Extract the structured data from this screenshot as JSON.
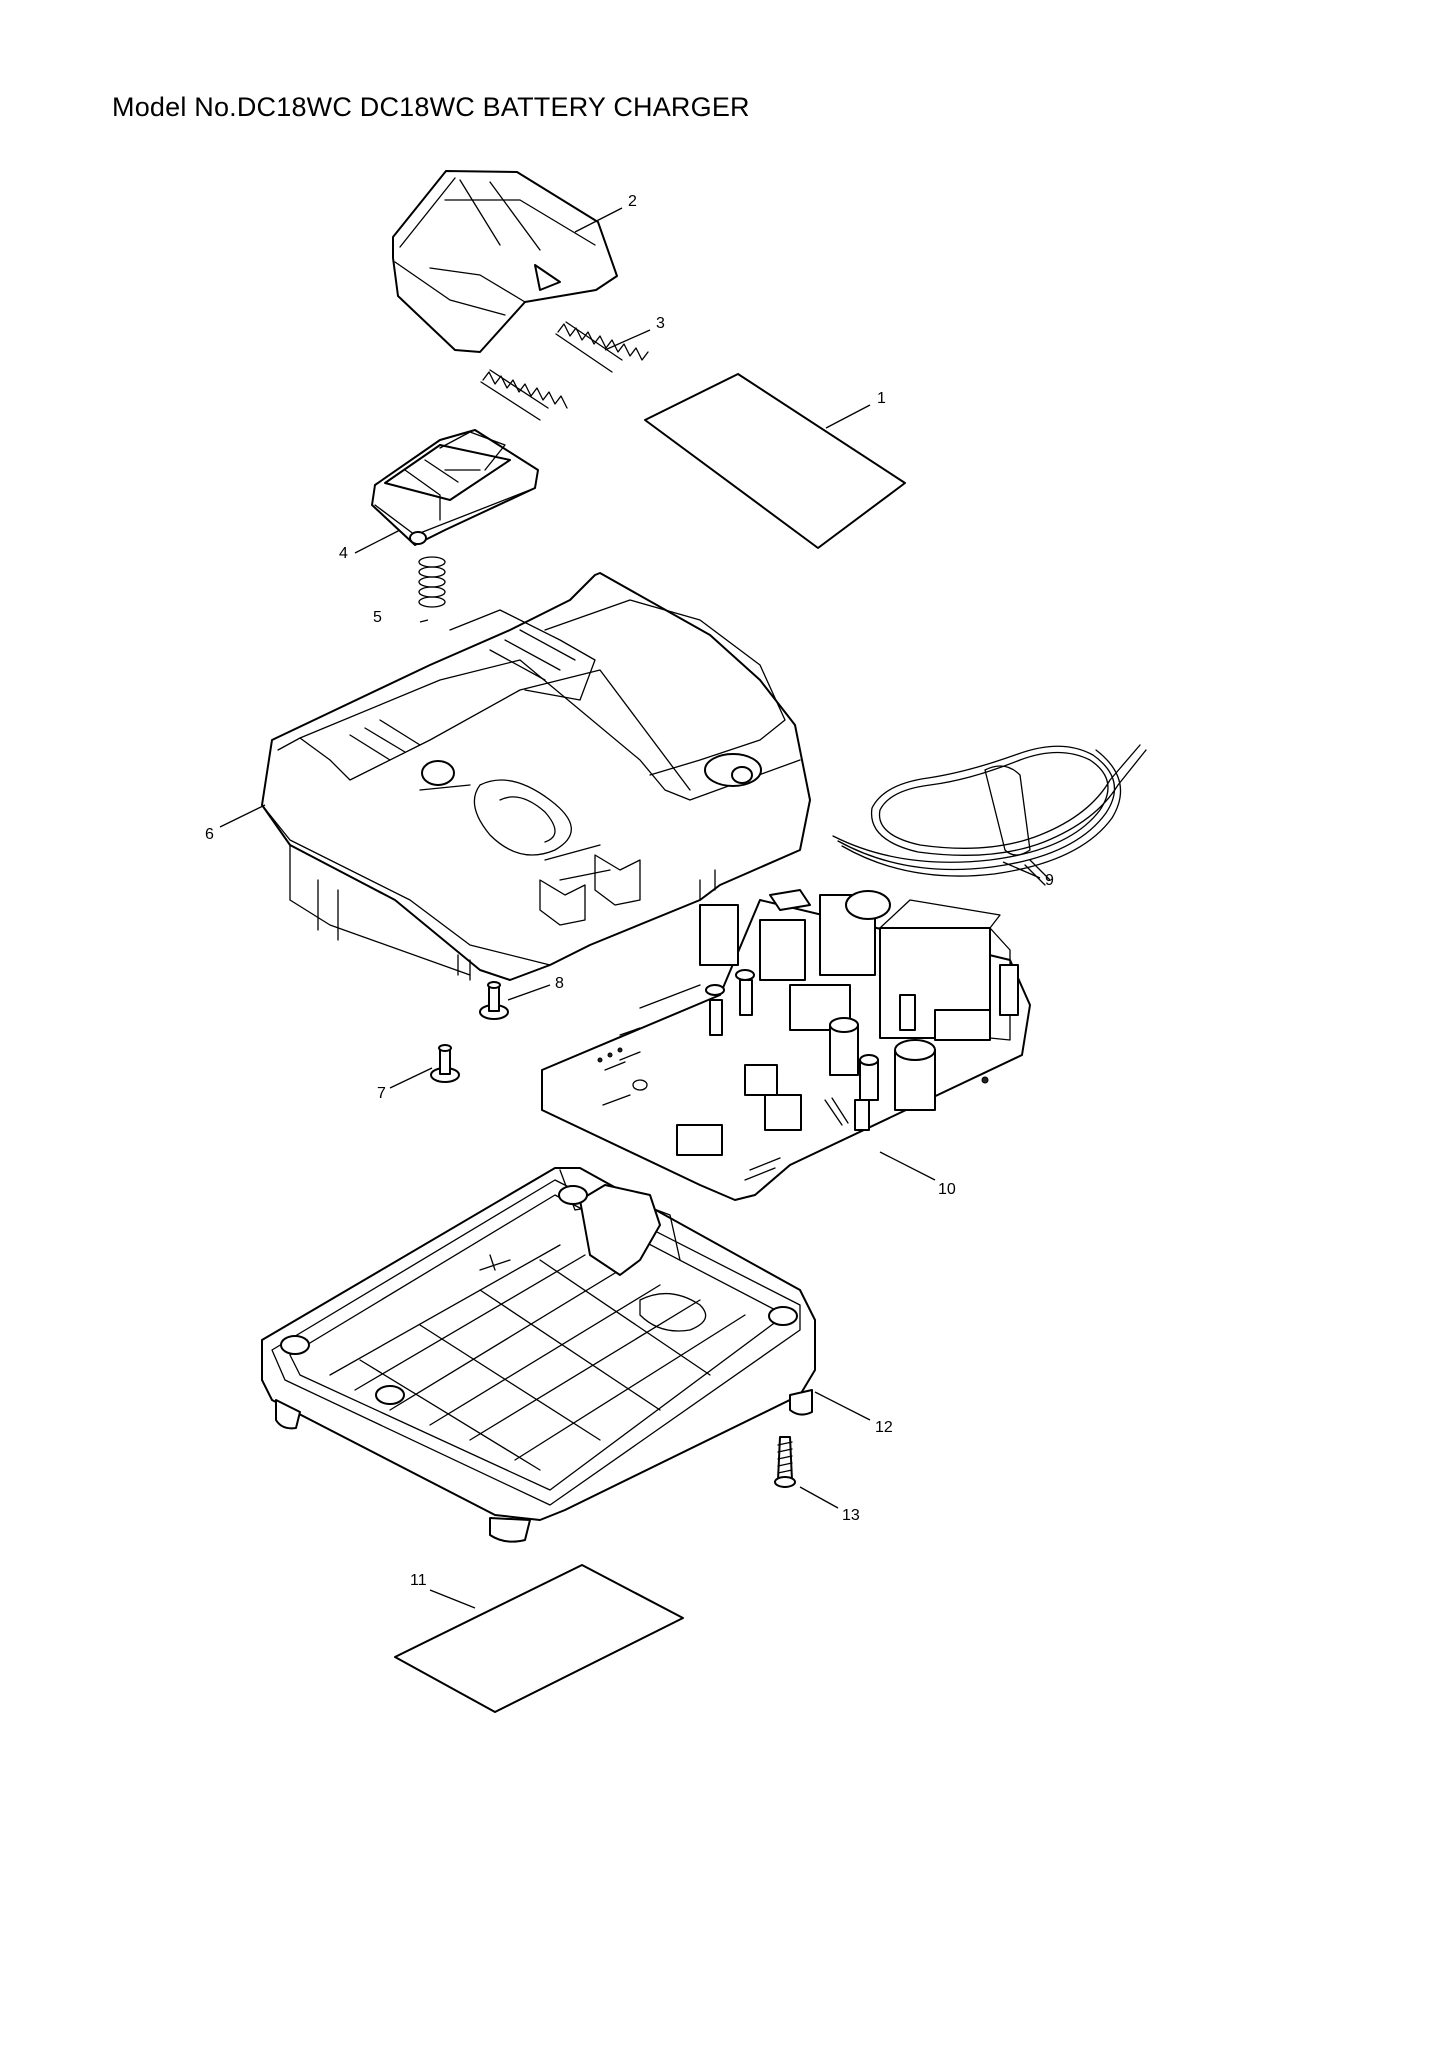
{
  "title": "Model No.DC18WC DC18WC BATTERY CHARGER",
  "callouts": [
    "1",
    "2",
    "3",
    "4",
    "5",
    "6",
    "7",
    "8",
    "9",
    "10",
    "11",
    "12",
    "13"
  ]
}
